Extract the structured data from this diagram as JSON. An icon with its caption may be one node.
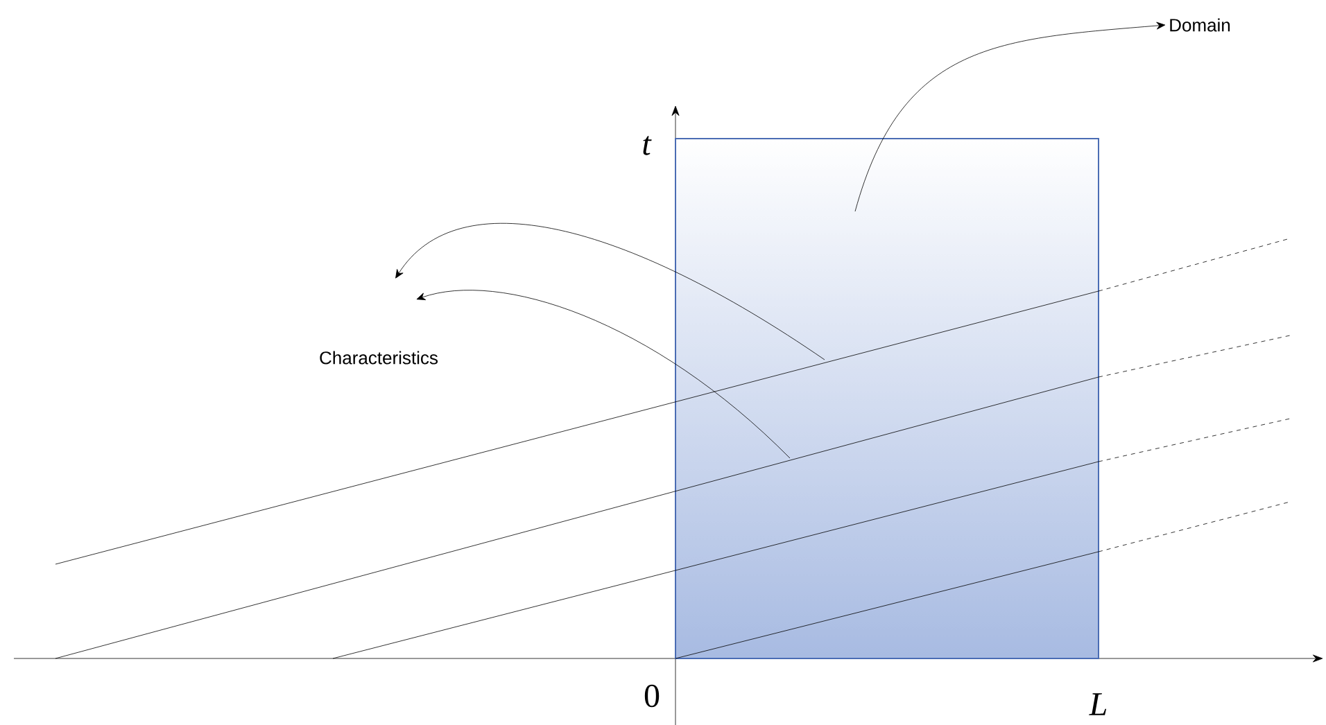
{
  "diagram": {
    "nodes": [
      {
        "text": [
          "Domain"
        ]
      },
      {
        "text": [],
        "shape": "box"
      },
      {
        "text": [
          "Characteristics"
        ]
      }
    ],
    "edges": [
      {
        "from": 1,
        "to": 0,
        "arrow": "to"
      },
      {
        "from": 1,
        "to": 2,
        "arrow": "to"
      },
      {
        "from": 1,
        "to": 2,
        "arrow": "to"
      }
    ],
    "labels": [
      "t",
      "0",
      "L"
    ]
  }
}
